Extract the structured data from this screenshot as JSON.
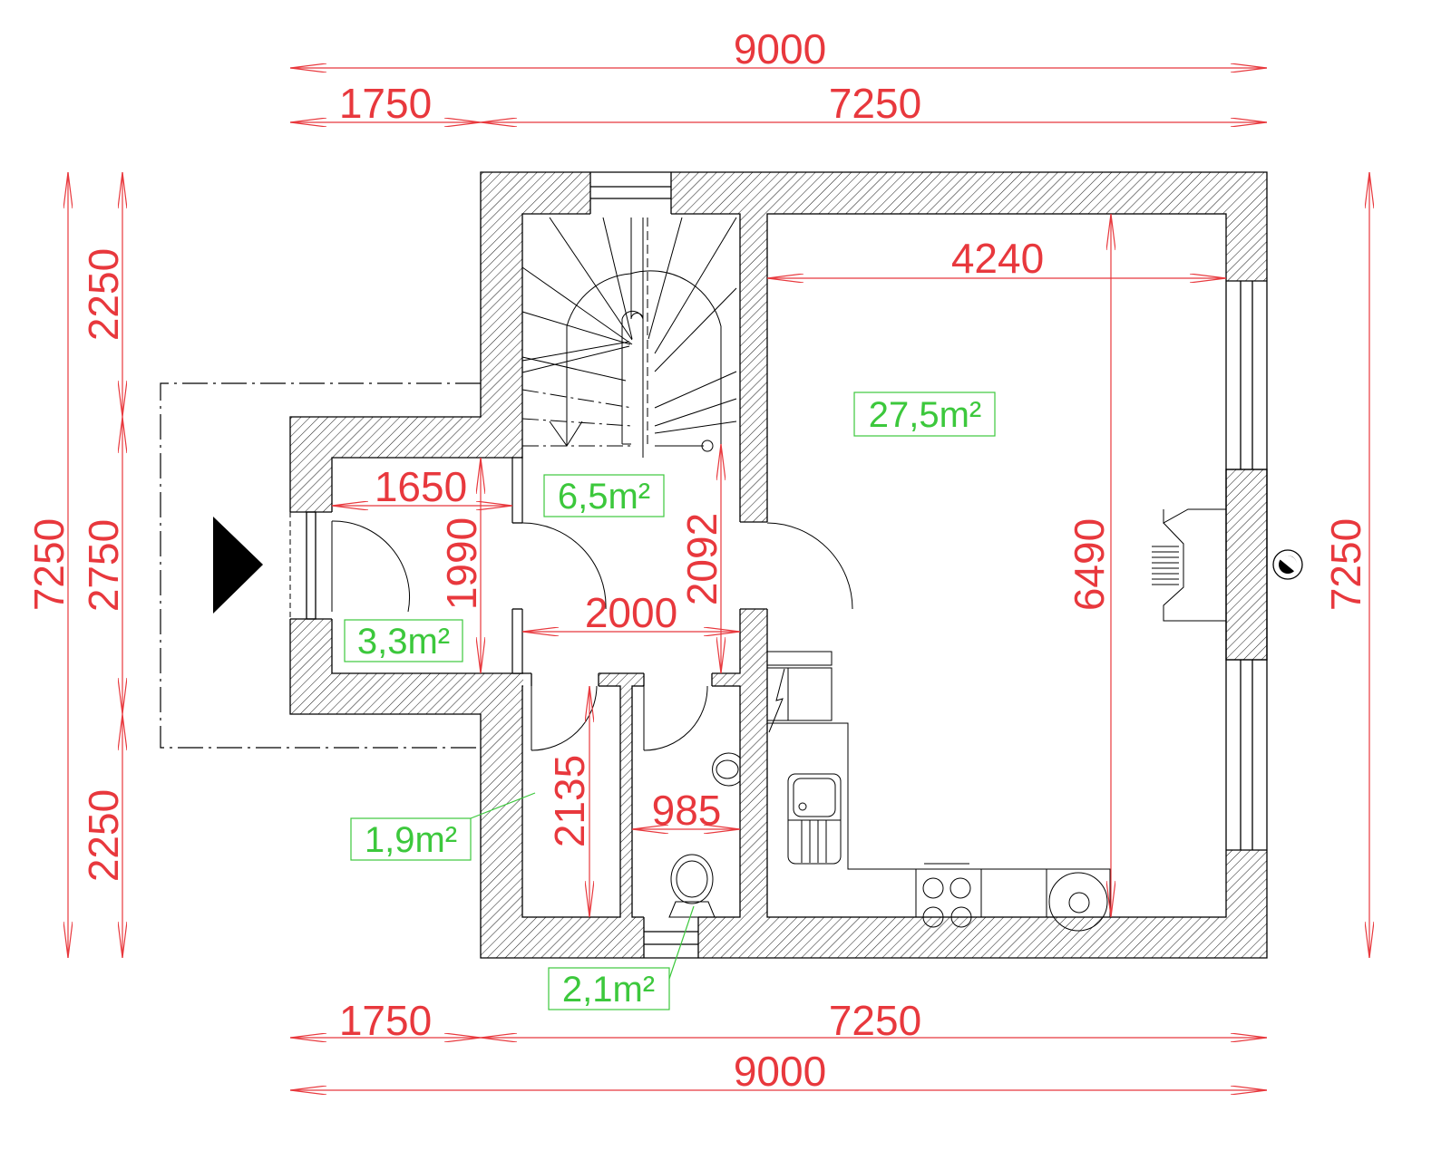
{
  "drawing": {
    "type": "floor-plan",
    "colors": {
      "dimension": "#e8383d",
      "area_label": "#3cc83c",
      "walls": "#000000"
    },
    "dimensions": {
      "top_total": "9000",
      "top_left": "1750",
      "top_right": "7250",
      "bottom_left": "1750",
      "bottom_right": "7250",
      "bottom_total": "9000",
      "left_total": "7250",
      "left_upper": "2250",
      "left_middle": "2750",
      "left_lower": "2250",
      "right_total": "7250",
      "living_width": "4240",
      "living_depth": "6490",
      "vestibule_width": "1650",
      "vestibule_depth": "1990",
      "hall_width": "2000",
      "hall_depth": "2092",
      "storage_depth": "2135",
      "wc_width": "985"
    },
    "areas": {
      "living": "27,5m²",
      "hall": "6,5m²",
      "vestibule": "3,3m²",
      "storage": "1,9m²",
      "wc": "2,1m²"
    }
  }
}
